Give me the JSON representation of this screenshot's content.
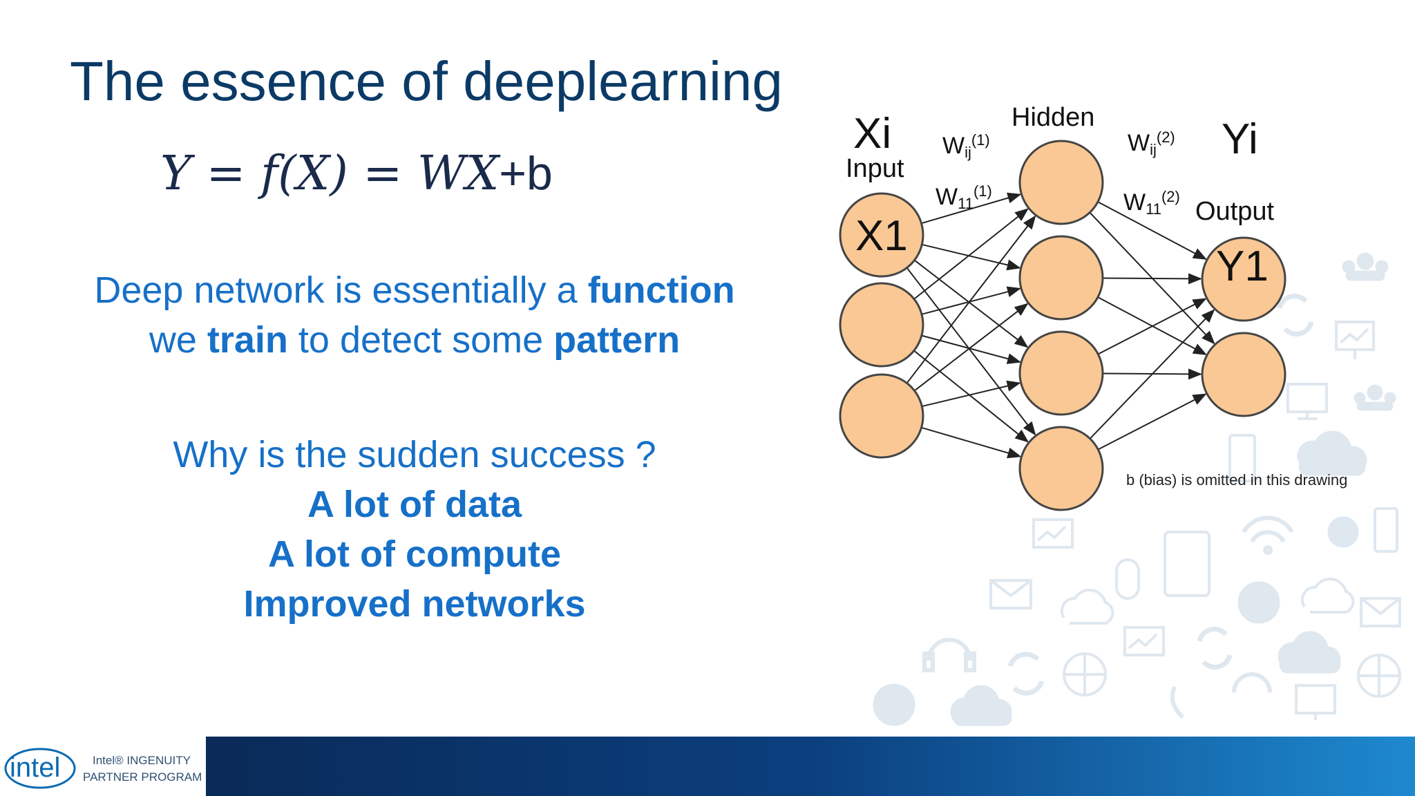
{
  "slide": {
    "title": "The essence of deeplearning",
    "formula": {
      "math_part": "Y = f(X) = WX",
      "plain_part": "+b"
    },
    "paragraph1": {
      "line1": [
        {
          "text": "Deep network is essentially a ",
          "bold": false
        },
        {
          "text": "function",
          "bold": true
        }
      ],
      "line2": [
        {
          "text": "we ",
          "bold": false
        },
        {
          "text": "train",
          "bold": true
        },
        {
          "text": " to detect some ",
          "bold": false
        },
        {
          "text": "pattern",
          "bold": true
        }
      ]
    },
    "paragraph2": {
      "question": "Why is the sudden success ?",
      "answers": [
        "A lot of data",
        "A lot of compute",
        "Improved networks"
      ]
    }
  },
  "network": {
    "labels": {
      "xi": "Xi",
      "input": "Input",
      "hidden": "Hidden",
      "yi": "Yi",
      "output": "Output",
      "x1": "X1",
      "y1": "Y1",
      "w_base": "W",
      "w1_sub": "ij",
      "w1_sup": "(1)",
      "w11_sub": "11",
      "w11_sup": "(1)",
      "w2_sub": "ij",
      "w2_sup": "(2)",
      "w211_sub": "11",
      "w211_sup": "(2)"
    },
    "layers": {
      "input": 3,
      "hidden": 4,
      "output": 2
    },
    "neuron_color": "#f9c894",
    "bias_note": "b (bias) is omitted in this drawing"
  },
  "footer": {
    "partner_logo_word": "intel",
    "partner_line1": "Intel® INGENUITY",
    "partner_line2": "PARTNER PROGRAM",
    "corner_logo_word": "intel",
    "band_colors": [
      "#0a2a58",
      "#1e89cf"
    ]
  }
}
